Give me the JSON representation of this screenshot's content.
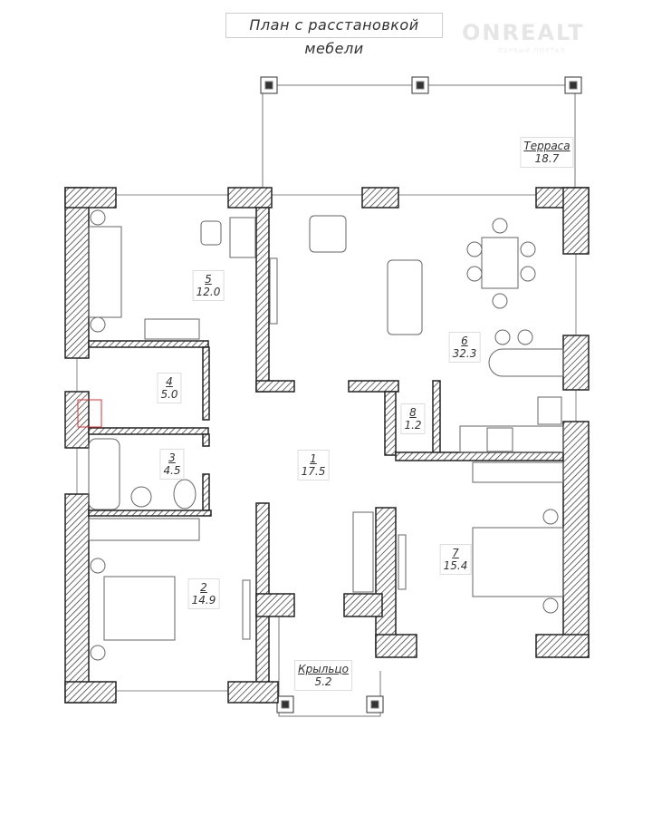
{
  "title": "План с расстановкой мебели",
  "watermark": {
    "brand": "ONREALT",
    "subtitle": "ПЕРВЫЙ ПОРТАЛ"
  },
  "rooms": [
    {
      "number": "1",
      "area": "17.5"
    },
    {
      "number": "2",
      "area": "14.9"
    },
    {
      "number": "3",
      "area": "4.5"
    },
    {
      "number": "4",
      "area": "5.0"
    },
    {
      "number": "5",
      "area": "12.0"
    },
    {
      "number": "6",
      "area": "32.3"
    },
    {
      "number": "7",
      "area": "15.4"
    },
    {
      "number": "8",
      "area": "1.2"
    }
  ],
  "outdoor": [
    {
      "name": "Терраса",
      "area": "18.7"
    },
    {
      "name": "Крыльцо",
      "area": "5.2"
    }
  ],
  "colors": {
    "wall": "#333333",
    "hatch": "#555555",
    "line": "#666666"
  }
}
